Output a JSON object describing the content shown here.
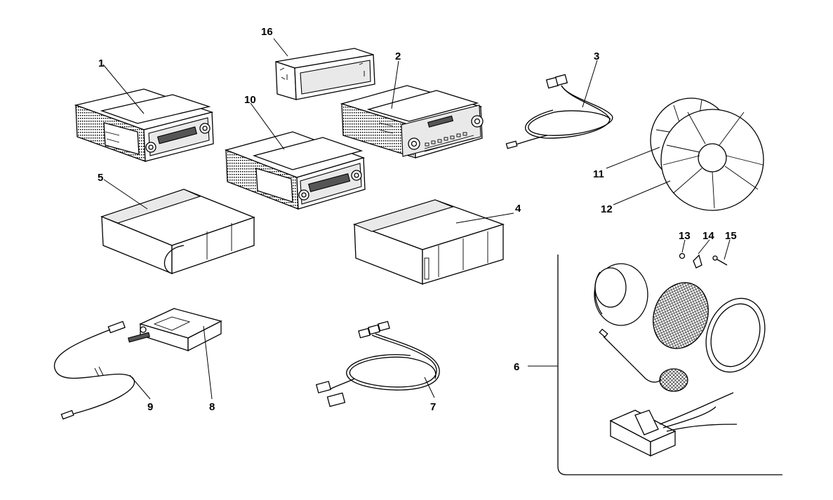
{
  "callouts": {
    "c1": "1",
    "c2": "2",
    "c3": "3",
    "c4": "4",
    "c5": "5",
    "c6": "6",
    "c7": "7",
    "c8": "8",
    "c9": "9",
    "c10": "10",
    "c11": "11",
    "c12": "12",
    "c13": "13",
    "c14": "14",
    "c15": "15",
    "c16": "16"
  },
  "colors": {
    "line": "#000000",
    "background": "#ffffff",
    "shade": "#e9e9e9"
  }
}
